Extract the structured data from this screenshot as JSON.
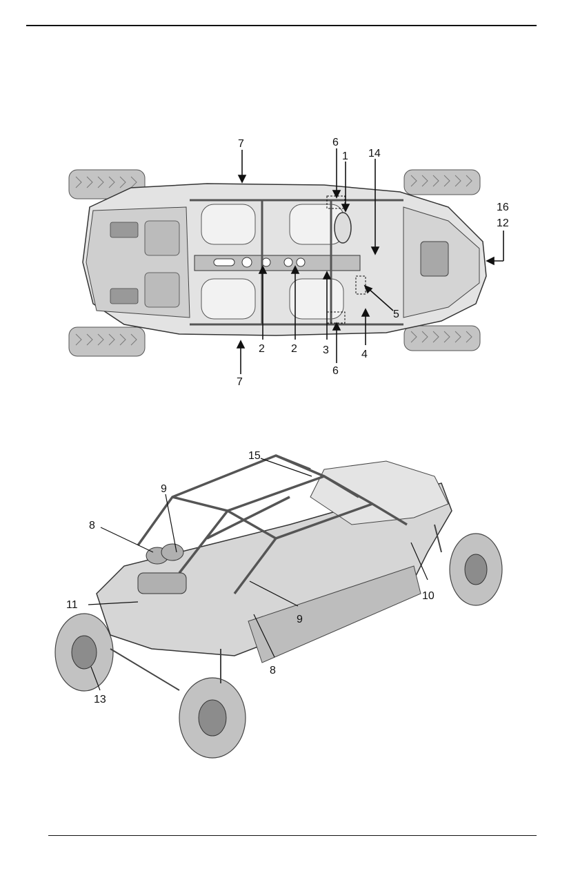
{
  "top_view": {
    "callouts": {
      "c1": "1",
      "c2a": "2",
      "c2b": "2",
      "c3": "3",
      "c4": "4",
      "c5": "5",
      "c6a": "6",
      "c6b": "6",
      "c7a": "7",
      "c7b": "7",
      "c12": "12",
      "c14": "14",
      "c16": "16"
    }
  },
  "iso_view": {
    "callouts": {
      "c8a": "8",
      "c8b": "8",
      "c9a": "9",
      "c9b": "9",
      "c10": "10",
      "c11": "11",
      "c13": "13",
      "c15": "15"
    }
  },
  "colors": {
    "line": "#111111",
    "body": "#d9d9d9",
    "tire": "#bdbdbd",
    "dark": "#8a8a8a"
  }
}
